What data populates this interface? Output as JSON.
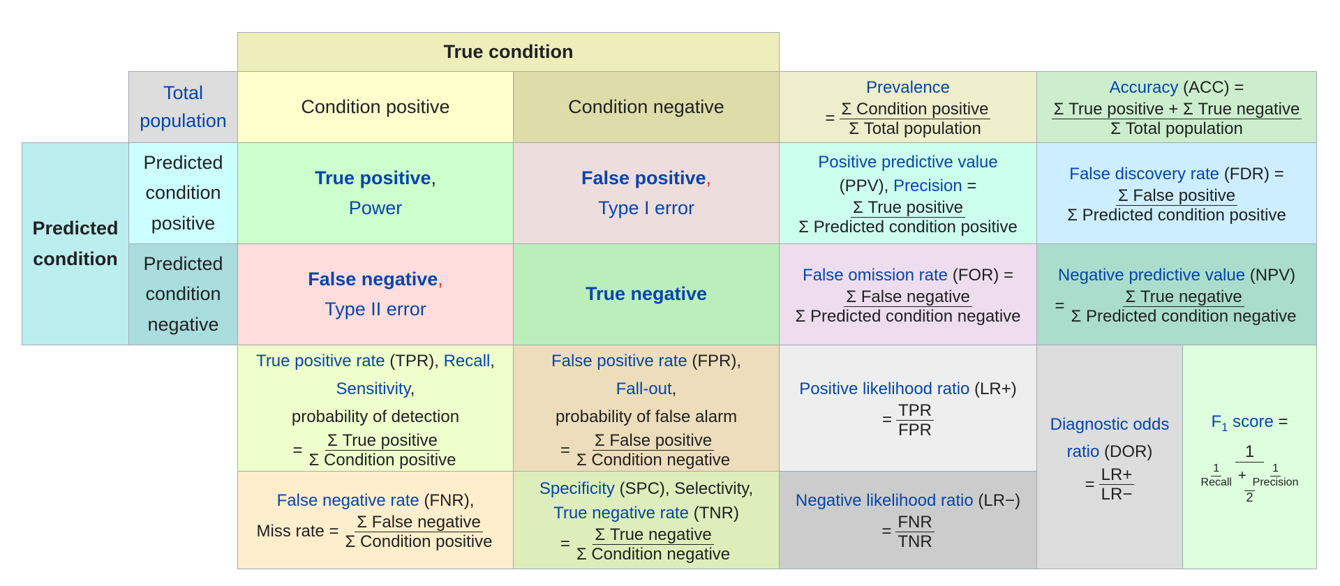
{
  "header": {
    "true_condition": "True condition"
  },
  "total_population": {
    "line1": "Total",
    "line2": "population"
  },
  "columns": {
    "cond_pos": "Condition positive",
    "cond_neg": "Condition negative"
  },
  "predicted": {
    "title1": "Predicted",
    "title2": "condition",
    "pos": [
      "Predicted",
      "condition",
      "positive"
    ],
    "neg": [
      "Predicted",
      "condition",
      "negative"
    ]
  },
  "prevalence": {
    "label": "Prevalence",
    "eq": "=",
    "num": "Σ Condition positive",
    "den": "Σ Total population"
  },
  "accuracy": {
    "label": "Accuracy",
    "abbr": " (ACC) =",
    "num": "Σ True positive + Σ True negative",
    "den": "Σ Total population"
  },
  "tp": {
    "label": "True positive",
    "comma": ",",
    "sub": "Power"
  },
  "fp": {
    "label": "False positive",
    "comma": ",",
    "sub": "Type I error"
  },
  "fn": {
    "label": "False negative",
    "comma": ",",
    "sub": "Type II error"
  },
  "tn": {
    "label": "True negative"
  },
  "ppv": {
    "label": "Positive predictive value",
    "abbr": "(PPV), ",
    "label2": "Precision",
    "eq2": " =",
    "num": "Σ True positive",
    "den": "Σ Predicted condition positive"
  },
  "fdr": {
    "label": "False discovery rate",
    "abbr": " (FDR) =",
    "num": "Σ False positive",
    "den": "Σ Predicted condition positive"
  },
  "for": {
    "label": "False omission rate",
    "abbr": " (FOR) =",
    "num": "Σ False negative",
    "den": "Σ Predicted condition negative"
  },
  "npv": {
    "label": "Negative predictive value",
    "abbr": " (NPV)",
    "eq": "=",
    "num": "Σ True negative",
    "den": "Σ Predicted condition negative"
  },
  "tpr": {
    "label": "True positive rate",
    "abbr": " (TPR), ",
    "label2": "Recall",
    "comma": ",",
    "label3": "Sensitivity",
    "comma2": ",",
    "text": "probability of detection",
    "eq": "=",
    "num": "Σ True positive",
    "den": "Σ Condition positive"
  },
  "fpr": {
    "label": "False positive rate",
    "abbr": " (FPR),",
    "label2": "Fall-out",
    "comma": ",",
    "text": "probability of false alarm",
    "eq": "=",
    "num": "Σ False positive",
    "den": "Σ Condition negative"
  },
  "fnr": {
    "label": "False negative rate",
    "abbr": " (FNR),",
    "prefix": "Miss rate =",
    "num": "Σ False negative",
    "den": "Σ Condition positive"
  },
  "spc": {
    "label": "Specificity",
    "abbr": " (SPC), Selectivity,",
    "label2": "True negative rate",
    "abbr2": " (TNR)",
    "eq": "=",
    "num": "Σ True negative",
    "den": "Σ Condition negative"
  },
  "lrp": {
    "label": "Positive likelihood ratio",
    "abbr": " (LR+)",
    "eq": "=",
    "num": "TPR",
    "den": "FPR"
  },
  "lrn": {
    "label": "Negative likelihood ratio",
    "abbr": " (LR−)",
    "eq": "=",
    "num": "FNR",
    "den": "TNR"
  },
  "dor": {
    "label1": "Diagnostic odds",
    "label2": "ratio",
    "abbr": " (DOR)",
    "eq": "=",
    "num": "LR+",
    "den": "LR−"
  },
  "f1": {
    "label": "F",
    "subscript": "1",
    "label_rest": " score",
    "eq": " =",
    "num": "1",
    "n1": "1",
    "d1": "Recall",
    "plus": "+",
    "n2": "1",
    "d2": "Precision",
    "den": "2"
  },
  "colors": {
    "true_condition": "#eeeebb",
    "total": "#dddddd",
    "cond_pos": "#ffffcc",
    "cond_neg": "#ddddaa",
    "prevalence": "#eeeecc",
    "accuracy": "#cceecc",
    "pred_cond": "#bbeeee",
    "pred_pos": "#ccffff",
    "pred_neg": "#aadddd",
    "tp": "#ccffcc",
    "fp": "#eedddd",
    "fn": "#ffdddd",
    "tn": "#bbeebb",
    "ppv": "#ccffee",
    "fdr": "#cceeff",
    "for": "#eeddee",
    "npv": "#aaddcc",
    "tpr": "#eeffcc",
    "fpr": "#eeddbb",
    "lrp": "#eeeeee",
    "dor": "#dddddd",
    "f1": "#ddffdd",
    "fnr": "#ffeecc",
    "spc": "#ddeebb",
    "lrn": "#cccccc"
  }
}
